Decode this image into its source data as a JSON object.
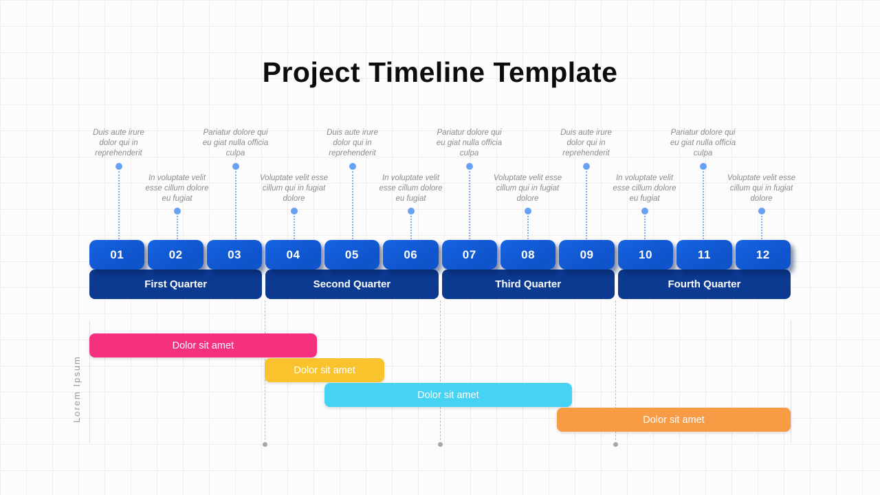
{
  "title": "Project Timeline Template",
  "colors": {
    "month_tile": "#1057CF",
    "quarter_bar": "#0C3A90",
    "node_dot": "#67A1F3",
    "annotation_text": "#8B8B8B",
    "guide_gray": "#BCBCBC"
  },
  "timeline": {
    "quarters": [
      {
        "label": "First Quarter",
        "months": [
          {
            "num": "01",
            "annotation": "Duis aute irure\ndolor qui in\nreprehenderit",
            "row": "top"
          },
          {
            "num": "02",
            "annotation": "In voluptate velit\nesse cillum dolore\neu fugiat",
            "row": "bottom"
          },
          {
            "num": "03",
            "annotation": "Pariatur dolore qui\neu giat nulla officia\nculpa",
            "row": "top"
          }
        ]
      },
      {
        "label": "Second Quarter",
        "months": [
          {
            "num": "04",
            "annotation": "Voluptate velit esse\ncillum qui in fugiat\ndolore",
            "row": "bottom"
          },
          {
            "num": "05",
            "annotation": "Duis aute irure\ndolor qui in\nreprehenderit",
            "row": "top"
          },
          {
            "num": "06",
            "annotation": "In voluptate velit\nesse cillum dolore\neu fugiat",
            "row": "bottom"
          }
        ]
      },
      {
        "label": "Third Quarter",
        "months": [
          {
            "num": "07",
            "annotation": "Pariatur dolore qui\neu giat nulla officia\nculpa",
            "row": "top"
          },
          {
            "num": "08",
            "annotation": "Voluptate velit esse\ncillum qui in fugiat\ndolore",
            "row": "bottom"
          },
          {
            "num": "09",
            "annotation": "Duis aute irure\ndolor qui in\nreprehenderit",
            "row": "top"
          }
        ]
      },
      {
        "label": "Fourth Quarter",
        "months": [
          {
            "num": "10",
            "annotation": "In voluptate velit\nesse cillum dolore\neu fugiat",
            "row": "bottom"
          },
          {
            "num": "11",
            "annotation": "Pariatur dolore qui\neu giat nulla officia\nculpa",
            "row": "top"
          },
          {
            "num": "12",
            "annotation": "Voluptate velit esse\ncillum qui in fugiat\ndolore",
            "row": "bottom"
          }
        ]
      }
    ]
  },
  "gantt": {
    "axis_label": "Lorem Ipsum",
    "bars": [
      {
        "label": "Dolor sit amet",
        "color": "#F5317F",
        "start_month": 1.0,
        "end_month": 4.89
      },
      {
        "label": "Dolor sit amet",
        "color": "#F8C32C",
        "start_month": 4.0,
        "end_month": 6.05
      },
      {
        "label": "Dolor sit amet",
        "color": "#45D2F3",
        "start_month": 5.02,
        "end_month": 9.26
      },
      {
        "label": "Dolor sit amet",
        "color": "#F89B45",
        "start_month": 9.0,
        "end_month": 13.0
      }
    ]
  }
}
